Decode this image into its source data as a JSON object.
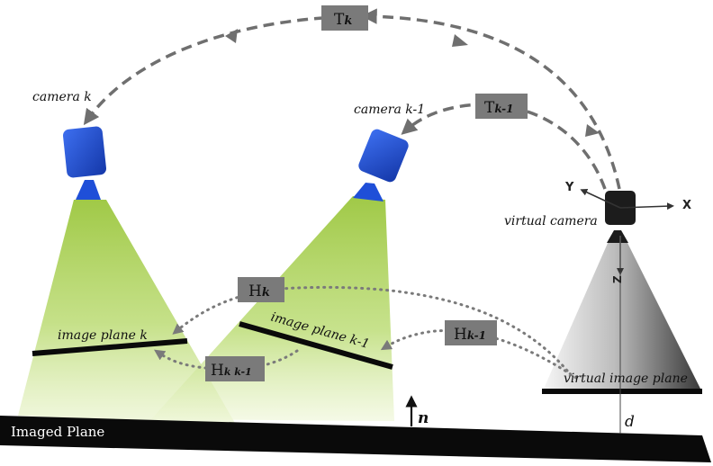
{
  "labels": {
    "camera_k": "camera k",
    "camera_k1": "camera k-1",
    "virtual_camera": "virtual camera",
    "image_plane_k": "image plane k",
    "image_plane_k1": "image plane k-1",
    "virtual_image_plane": "virtual image plane",
    "imaged_plane": "Imaged Plane",
    "normal": "n",
    "distance": "d",
    "axis_x": "X",
    "axis_y": "Y",
    "axis_z": "Z"
  },
  "boxes": {
    "tk": {
      "main": "T",
      "sub": "k"
    },
    "tk1": {
      "main": "T",
      "sub": "k-1"
    },
    "hk": {
      "main": "H",
      "sub": "k"
    },
    "hk1": {
      "main": "H",
      "sub": "k-1"
    },
    "hkk1": {
      "main": "H",
      "sub": "k k-1"
    }
  },
  "colors": {
    "camera_blue": "#1f4fd8",
    "frustum_green": "#a9cf54",
    "box_gray": "#7a7a7a",
    "arrow_gray": "#6f6f6f",
    "plane_black": "#0a0a0a"
  }
}
